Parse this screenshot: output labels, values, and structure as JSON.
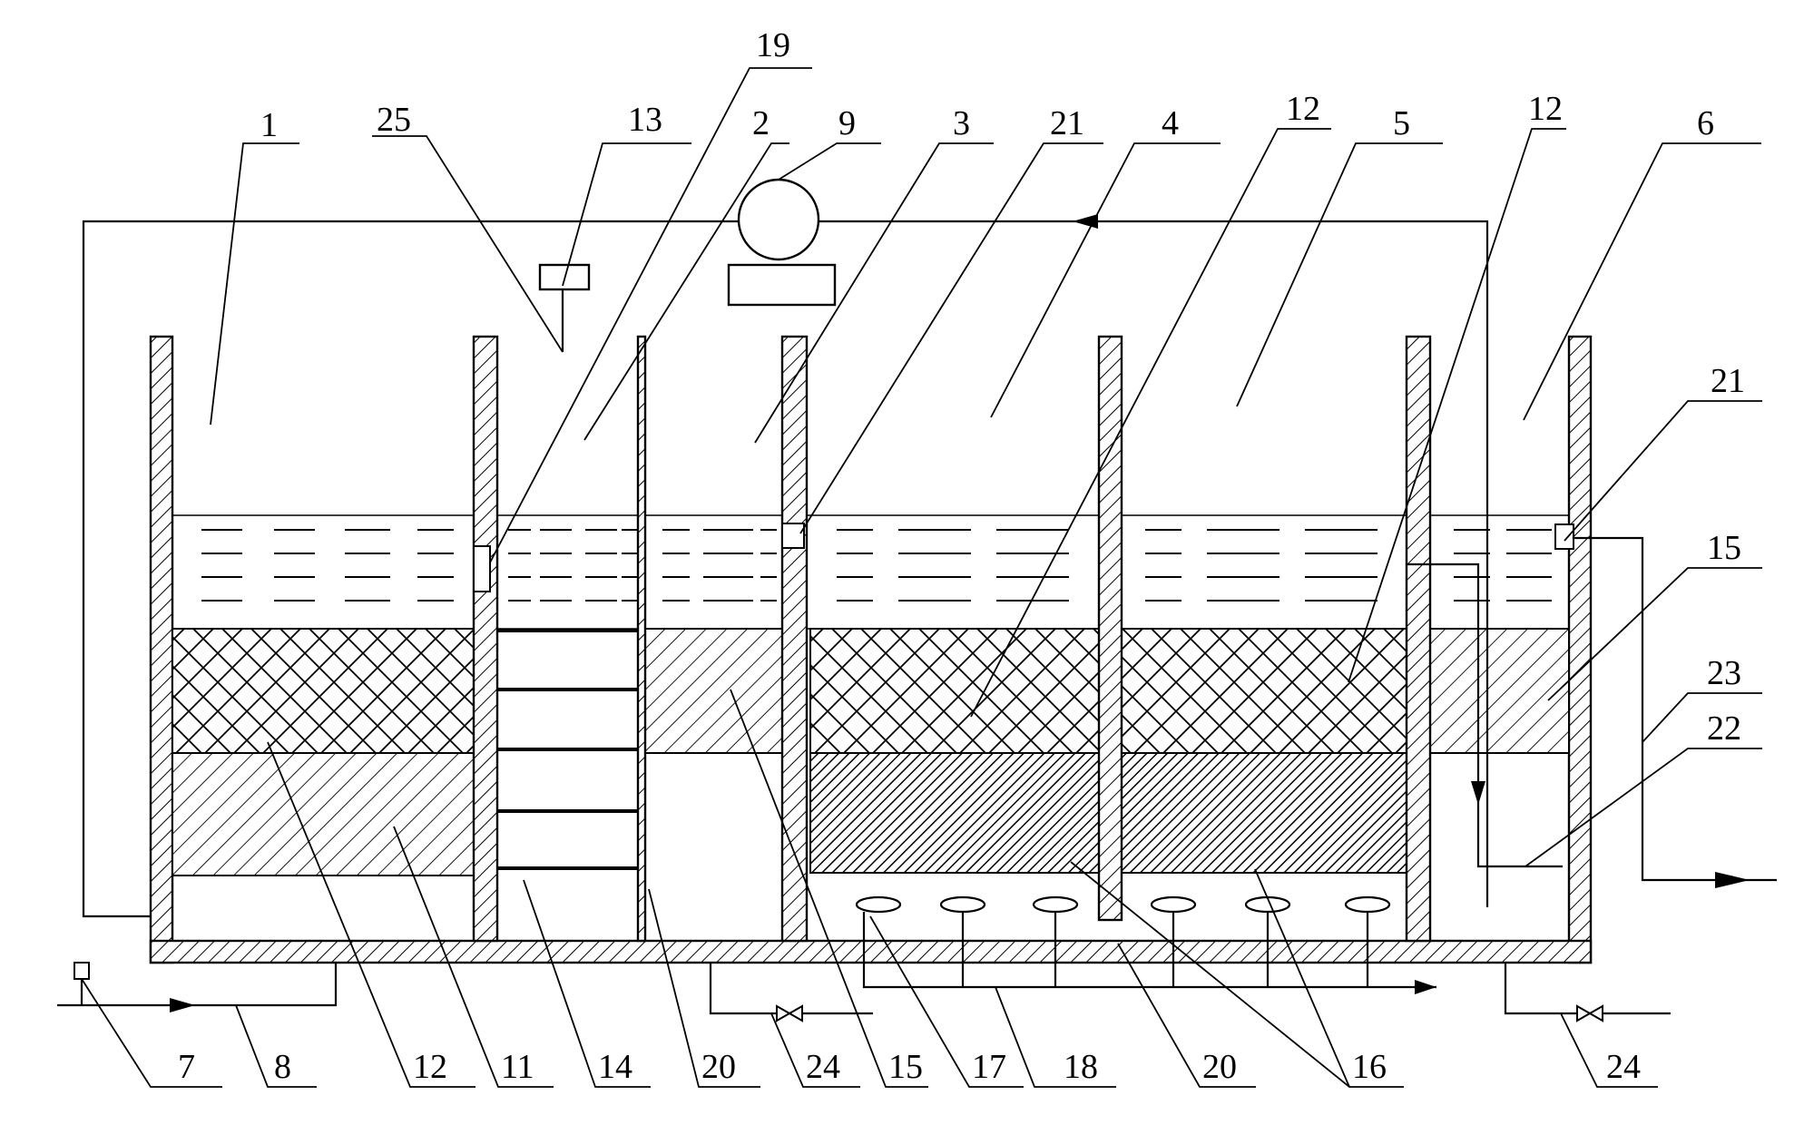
{
  "callouts": [
    {
      "id": "c1",
      "text": "1"
    },
    {
      "id": "c25",
      "text": "25"
    },
    {
      "id": "c13",
      "text": "13"
    },
    {
      "id": "c19",
      "text": "19"
    },
    {
      "id": "c2",
      "text": "2"
    },
    {
      "id": "c9",
      "text": "9"
    },
    {
      "id": "c3",
      "text": "3"
    },
    {
      "id": "c21a",
      "text": "21"
    },
    {
      "id": "c4",
      "text": "4"
    },
    {
      "id": "c12a",
      "text": "12"
    },
    {
      "id": "c5",
      "text": "5"
    },
    {
      "id": "c12b",
      "text": "12"
    },
    {
      "id": "c6",
      "text": "6"
    },
    {
      "id": "c21b",
      "text": "21"
    },
    {
      "id": "c15a",
      "text": "15"
    },
    {
      "id": "c23",
      "text": "23"
    },
    {
      "id": "c22",
      "text": "22"
    },
    {
      "id": "c7",
      "text": "7"
    },
    {
      "id": "c8",
      "text": "8"
    },
    {
      "id": "c12c",
      "text": "12"
    },
    {
      "id": "c11",
      "text": "11"
    },
    {
      "id": "c14",
      "text": "14"
    },
    {
      "id": "c20a",
      "text": "20"
    },
    {
      "id": "c24a",
      "text": "24"
    },
    {
      "id": "c15b",
      "text": "15"
    },
    {
      "id": "c17",
      "text": "17"
    },
    {
      "id": "c18",
      "text": "18"
    },
    {
      "id": "c20b",
      "text": "20"
    },
    {
      "id": "c16",
      "text": "16"
    },
    {
      "id": "c24b",
      "text": "24"
    }
  ]
}
